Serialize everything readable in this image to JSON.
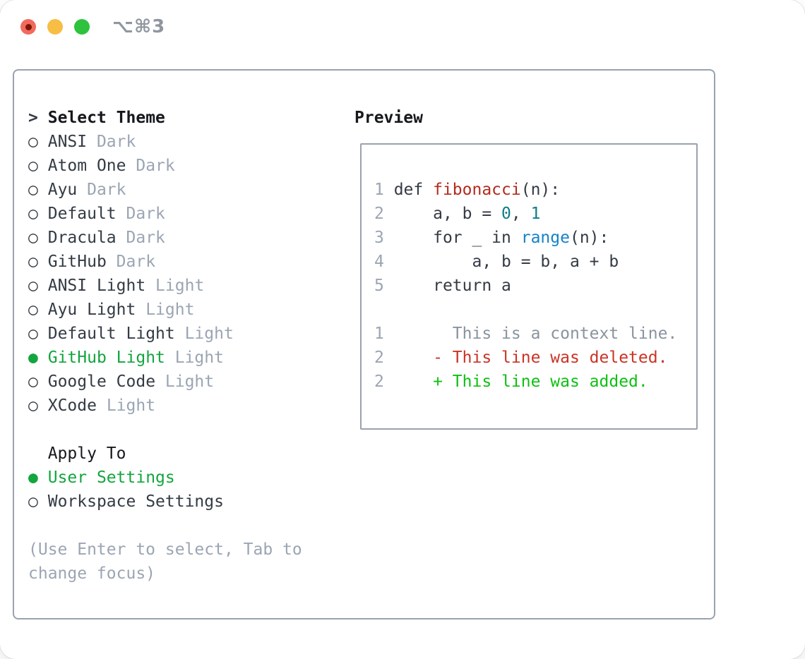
{
  "titlebar": {
    "shortcut": "⌥⌘3",
    "buttons": [
      "close",
      "minimize",
      "zoom"
    ]
  },
  "theme_list": {
    "prompt": ">",
    "header": "Select Theme",
    "items": [
      {
        "name": "ANSI",
        "tag": "Dark",
        "selected": false
      },
      {
        "name": "Atom One",
        "tag": "Dark",
        "selected": false
      },
      {
        "name": "Ayu",
        "tag": "Dark",
        "selected": false
      },
      {
        "name": "Default",
        "tag": "Dark",
        "selected": false
      },
      {
        "name": "Dracula",
        "tag": "Dark",
        "selected": false
      },
      {
        "name": "GitHub",
        "tag": "Dark",
        "selected": false
      },
      {
        "name": "ANSI Light",
        "tag": "Light",
        "selected": false
      },
      {
        "name": "Ayu Light",
        "tag": "Light",
        "selected": false
      },
      {
        "name": "Default Light",
        "tag": "Light",
        "selected": false
      },
      {
        "name": "GitHub Light",
        "tag": "Light",
        "selected": true
      },
      {
        "name": "Google Code",
        "tag": "Light",
        "selected": false
      },
      {
        "name": "XCode",
        "tag": "Light",
        "selected": false
      }
    ]
  },
  "apply_to": {
    "label": "Apply To",
    "options": [
      {
        "name": "User Settings",
        "selected": true
      },
      {
        "name": "Workspace Settings",
        "selected": false
      }
    ]
  },
  "hint": {
    "text": "(Use Enter to select, Tab to\nchange focus)"
  },
  "preview": {
    "label": "Preview",
    "lines": [
      {
        "num": "1",
        "segments": [
          {
            "t": "def ",
            "c": "text"
          },
          {
            "t": "fibonacci",
            "c": "func"
          },
          {
            "t": "(n):",
            "c": "text"
          }
        ]
      },
      {
        "num": "2",
        "segments": [
          {
            "t": "    a, b = ",
            "c": "text"
          },
          {
            "t": "0",
            "c": "number"
          },
          {
            "t": ", ",
            "c": "text"
          },
          {
            "t": "1",
            "c": "number"
          }
        ]
      },
      {
        "num": "3",
        "segments": [
          {
            "t": "    for _ in ",
            "c": "text"
          },
          {
            "t": "range",
            "c": "builtin"
          },
          {
            "t": "(n):",
            "c": "text"
          }
        ]
      },
      {
        "num": "4",
        "segments": [
          {
            "t": "        a, b = b, a + b",
            "c": "text"
          }
        ]
      },
      {
        "num": "5",
        "segments": [
          {
            "t": "    return a",
            "c": "text"
          }
        ]
      },
      {
        "num": "",
        "segments": []
      },
      {
        "num": "1",
        "segments": [
          {
            "t": "      This is a context line.",
            "c": "context"
          }
        ]
      },
      {
        "num": "2",
        "segments": [
          {
            "t": "    - This line was deleted.",
            "c": "deleted"
          }
        ]
      },
      {
        "num": "2",
        "segments": [
          {
            "t": "    + This line was added.",
            "c": "added"
          }
        ]
      }
    ]
  },
  "markers": {
    "selected": "●",
    "unselected": "○"
  },
  "colors": {
    "text": "#343b44",
    "heading": "#15181c",
    "muted": "#9ba5b3",
    "context": "#8a939e",
    "func": "#b22c1e",
    "builtin": "#1583c7",
    "number": "#0d7e85",
    "selected": "#13a53e",
    "deleted": "#ca3326",
    "added": "#0dc112",
    "border": "#99a2b0",
    "title_gray": "#8f969e",
    "light_red": "#f16a5d",
    "light_red_dot": "#7d1408",
    "light_yellow": "#f7bd45",
    "light_green": "#2ec23e"
  }
}
